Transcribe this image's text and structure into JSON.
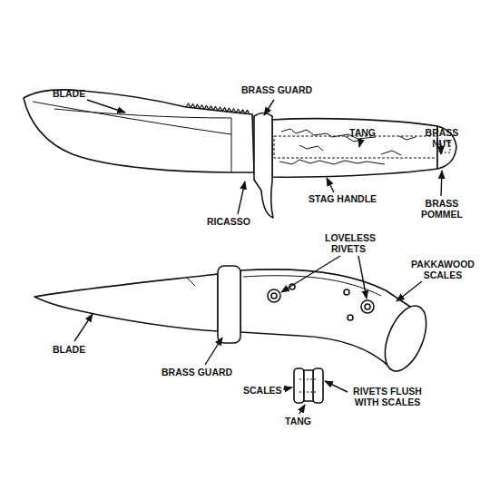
{
  "diagram": {
    "labels": [
      "BLADE",
      "BRASS GUARD",
      "TANG",
      "BRASS NUT",
      "STAG HANDLE",
      "BRASS POMMEL",
      "RICASSO",
      "LOVELESS RIVETS",
      "PAKKAWOOD SCALES",
      "BLADE",
      "BRASS GUARD",
      "SCALES",
      "RIVETS FLUSH WITH SCALES",
      "TANG"
    ]
  }
}
